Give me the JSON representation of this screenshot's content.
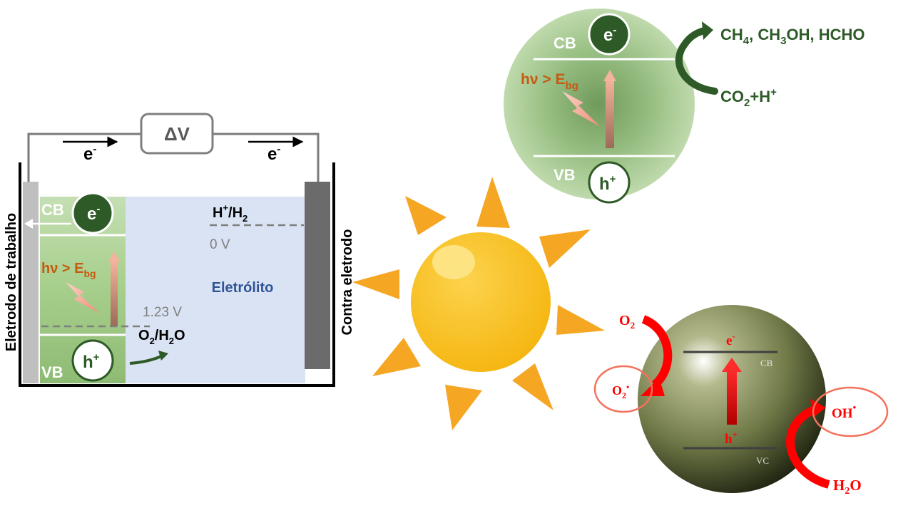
{
  "cell": {
    "voltage_label": "ΔV",
    "electron_left": "e",
    "electron_right": "e",
    "minus": "-",
    "working_electrode": "Eletrodo de trabalho",
    "counter_electrode": "Contra eletrodo",
    "electrolyte": "Eletrólito",
    "cb": "CB",
    "vb": "VB",
    "e_symbol": "e",
    "h_symbol": "h",
    "plus": "+",
    "hv_text": "hν > E",
    "hv_sub": "bg",
    "h_couple_a": "H",
    "h_couple_b": "/H",
    "h_couple_sub": "2",
    "zero_v": "0 V",
    "o_couple_v": "1.23 V",
    "o_couple_a": "O",
    "o_couple_sub1": "2",
    "o_couple_b": "/H",
    "o_couple_sub2": "2",
    "o_couple_c": "O"
  },
  "co2_panel": {
    "cb": "CB",
    "vb": "VB",
    "e_symbol": "e",
    "h_symbol": "h",
    "minus": "-",
    "plus": "+",
    "hv_text": "hν > E",
    "hv_sub": "bg",
    "products_a": "CH",
    "products_sub1": "4",
    "products_b": ", CH",
    "products_sub2": "3",
    "products_c": "OH, HCHO",
    "reactants_a": "CO",
    "reactants_sub": "2",
    "reactants_b": "+H"
  },
  "sphere_panel": {
    "e_label": "e",
    "h_label": "h",
    "minus": "-",
    "plus": "+",
    "cb": "CB",
    "vc": "VC",
    "o2_a": "O",
    "o2_sub": "2",
    "superoxide_a": "O",
    "superoxide_sub": "2",
    "radical_dot": "•",
    "hydroxyl": "OH",
    "water_a": "H",
    "water_sub": "2",
    "water_b": "O"
  },
  "colors": {
    "dark_green": "#2d5a27",
    "band_green": "#a9d08e",
    "electrolyte": "#dae3f3",
    "orange_text": "#c55a11",
    "electrolyte_text": "#2f5597",
    "red": "#ff0000",
    "sun": "#fbbf24",
    "rays": "#f5a623"
  }
}
